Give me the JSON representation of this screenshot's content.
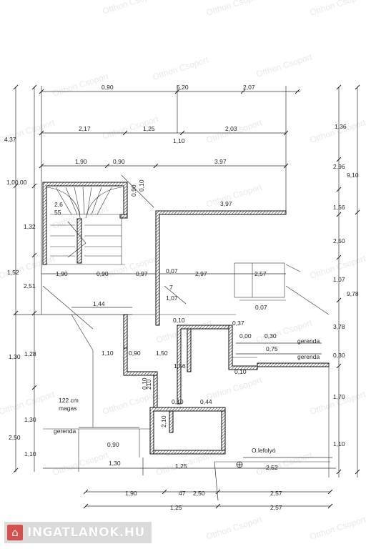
{
  "dimensions": {
    "top_1": "0,90",
    "top_2": "5,20",
    "top_3": "2,07",
    "row2_1": "2,17",
    "row2_2": "1,25",
    "row2_3": "2,03",
    "center_110": "1,10",
    "row3_1": "1,90",
    "row3_2": "0,90",
    "row3_3": "3,97",
    "row4_397": "3,97",
    "v_090": "0,90",
    "v_010": "0,10",
    "stair_26": "2,6",
    "stair_55": "55",
    "left_437": "4,37",
    "left_1000": "1,00,00",
    "left_132": "1,32",
    "left_152": "1,52",
    "left_251": "2,51",
    "left_130a": "1,30",
    "left_128": "1,28",
    "left_130b": "1,30",
    "left_250": "2,50",
    "left_110": "1,10",
    "mid_190": "1,90",
    "mid_090": "0,90",
    "mid_097": "0,97",
    "mid_007": "0,07",
    "mid_297": "2,97",
    "mid_257": "2,57",
    "mid_7": "7",
    "mid_107": "1,07",
    "mid_144": "1,44",
    "mid_010a": "0,10",
    "mid_037": "0,37",
    "mid_007b": "0,07",
    "mid_000": "0,00",
    "mid_030": "0,30",
    "mid_075": "0,75",
    "mid_110": "1,10",
    "mid_090b": "0,90",
    "mid_150": "1,50",
    "mid_156": "1,56",
    "mid_010b": "0,10",
    "mid_010c": "0,10",
    "mid_044": "0,44",
    "mid_010d": "0,10",
    "mid_210": "210",
    "mid_210b": "2,10",
    "mid_090c": "0,90",
    "mid_130": "1,30",
    "mid_125": "1,25",
    "mid_252": "2,52",
    "right_136": "1,36",
    "right_296": "2,96",
    "right_910": "9,10",
    "right_156": "1,56",
    "right_250": "2,50",
    "right_107": "1,07",
    "right_978": "9,78",
    "right_378": "3,78",
    "right_030": "0,30",
    "right_170": "1,70",
    "right_110": "1,10",
    "bot_190": "1,90",
    "bot_47": "47",
    "bot_250": "2,50",
    "bot_257": "2,57",
    "bot2_125": "1,25",
    "bot2_257": "2,57"
  },
  "labels": {
    "gerenda_1": "gerenda",
    "gerenda_2": "gerenda",
    "gerenda_3": "gerenda",
    "height_note_1": "122  cm",
    "height_note_2": "magas",
    "drain": "O.lefolyó"
  },
  "watermark": "Otthon Csoport",
  "logo": {
    "icon": "house-icon",
    "text": "INGATLANOK.HU"
  }
}
